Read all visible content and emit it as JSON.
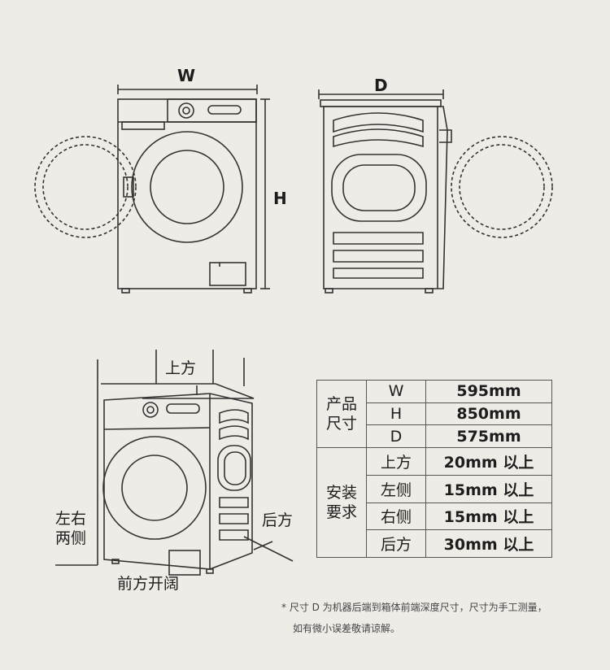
{
  "diagram": {
    "front_view": {
      "width_label": "W",
      "height_label": "H"
    },
    "side_view": {
      "depth_label": "D"
    },
    "installation": {
      "top_label": "上方",
      "sides_label": [
        "左右",
        "两侧"
      ],
      "back_label": "后方",
      "front_label": "前方开阔"
    }
  },
  "spec_table": {
    "groups": [
      {
        "name": [
          "产品",
          "尺寸"
        ],
        "rows": [
          {
            "key": "W",
            "value": "595mm"
          },
          {
            "key": "H",
            "value": "850mm"
          },
          {
            "key": "D",
            "value": "575mm"
          }
        ]
      },
      {
        "name": [
          "安装",
          "要求"
        ],
        "rows": [
          {
            "key": "上方",
            "value": "20mm 以上"
          },
          {
            "key": "左侧",
            "value": "15mm 以上"
          },
          {
            "key": "右侧",
            "value": "15mm 以上"
          },
          {
            "key": "后方",
            "value": "30mm 以上"
          }
        ]
      }
    ]
  },
  "footnote": [
    "* 尺寸 D 为机器后端到箱体前端深度尺寸，尺寸为手工测量，",
    "如有微小误差敬请谅解。"
  ]
}
